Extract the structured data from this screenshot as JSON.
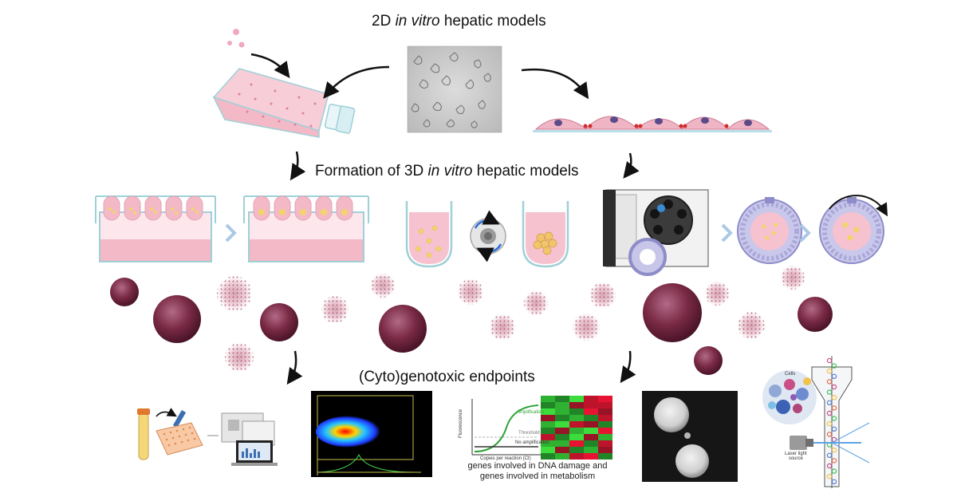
{
  "headings": {
    "top": {
      "pre": "2D ",
      "em": "in vitro",
      "post": " hepatic models"
    },
    "middle": {
      "pre": "Formation of 3D ",
      "em": "in vitro",
      "post": " hepatic models"
    },
    "bottom": {
      "text": "(Cyto)genotoxic endpoints"
    }
  },
  "qpcr": {
    "ylabel": "Fluorescence",
    "xlabel": "Copies per reaction (Ct)",
    "amplification": "Amplification",
    "threshold": "Threshold",
    "no_amplification": "No amplification",
    "caption_line1": "genes involved in DNA damage and",
    "caption_line2": "genes involved in metabolism"
  },
  "flow": {
    "cells_label": "Cells",
    "laser_label_line1": "Laser light",
    "laser_label_line2": "source"
  },
  "colors": {
    "pink": "#f3b9c6",
    "spheroid": "#7a2a45",
    "arrow": "#111111",
    "chevron": "#a9c9e6"
  },
  "heatmap": [
    [
      2,
      1,
      3,
      -2,
      -3
    ],
    [
      1,
      2,
      -1,
      -2,
      -2
    ],
    [
      3,
      2,
      1,
      -3,
      -1
    ],
    [
      -1,
      1,
      2,
      1,
      -2
    ],
    [
      2,
      3,
      -2,
      -1,
      1
    ],
    [
      1,
      -1,
      2,
      3,
      -3
    ],
    [
      -2,
      1,
      3,
      -1,
      2
    ],
    [
      2,
      2,
      -3,
      1,
      -2
    ],
    [
      3,
      -1,
      1,
      2,
      -1
    ],
    [
      1,
      2,
      -2,
      -3,
      1
    ]
  ]
}
